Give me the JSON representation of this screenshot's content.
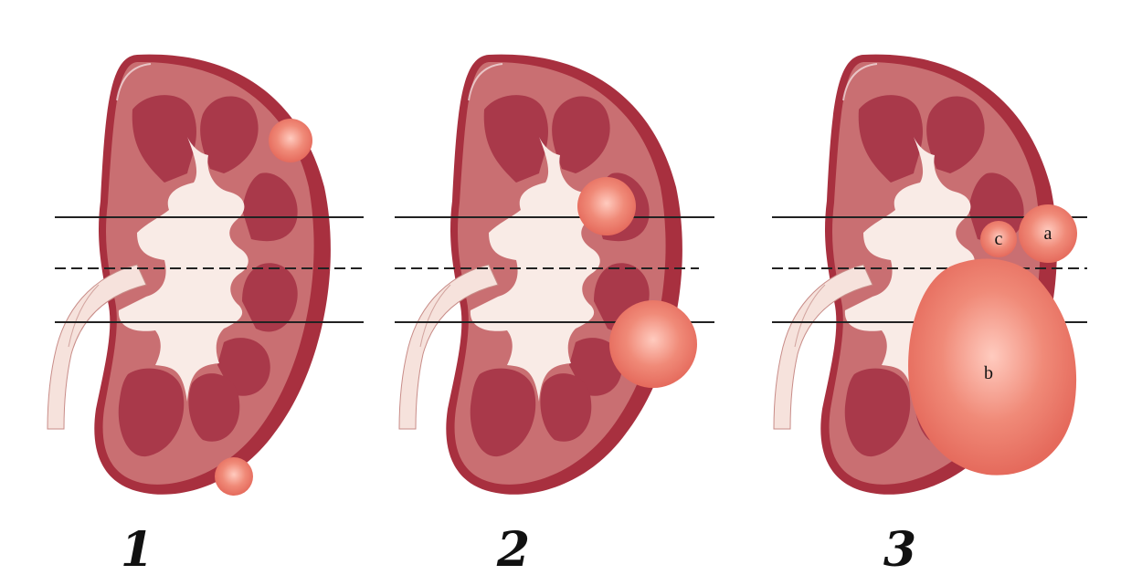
{
  "colors": {
    "capsule": "#a8303f",
    "cortex": "#c96f72",
    "pyramid": "#a9394a",
    "pelvis": "#f9ebe6",
    "ureter": "#f6e2dc",
    "tumor": "#ee7867",
    "tumor_light": "#ffcbbf",
    "line": "#222222"
  },
  "panels": [
    {
      "number": "1",
      "labels": []
    },
    {
      "number": "2",
      "labels": []
    },
    {
      "number": "3",
      "labels": [
        "a",
        "b",
        "c"
      ]
    }
  ]
}
